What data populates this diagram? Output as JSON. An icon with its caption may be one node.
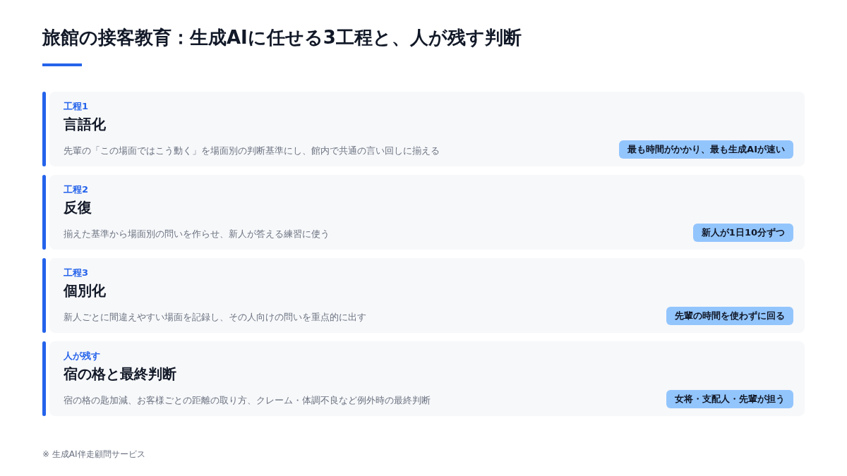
{
  "diagram": {
    "title": "旅館の接客教育：生成AIに任せる3工程と、人が残す判断",
    "nodes": [
      {
        "text": [
          "工程1",
          "言語化",
          "先輩の「この場面ではこう動く」を場面別の判断基準にし、館内で共通の言い回しに揃える"
        ]
      },
      {
        "text": [
          "最も時間がかかり、最も生成AIが速い"
        ],
        "in": 0
      },
      {
        "text": [
          "工程2",
          "反復",
          "揃えた基準から場面別の問いを作らせ、新人が答える練習に使う"
        ]
      },
      {
        "text": [
          "新人が1日10分ずつ"
        ],
        "in": 2
      },
      {
        "text": [
          "工程3",
          "個別化",
          "新人ごとに間違えやすい場面を記録し、その人向けの問いを重点的に出す"
        ]
      },
      {
        "text": [
          "先輩の時間を使わずに回る"
        ],
        "in": 4
      },
      {
        "text": [
          "人が残す",
          "宿の格と最終判断",
          "宿の格の匙加減、お客様ごとの距離の取り方、クレーム・体調不良など例外時の最終判断"
        ]
      },
      {
        "text": [
          "女将・支配人・先輩が担う"
        ],
        "in": 6
      }
    ],
    "labels": [
      "※ 生成AI伴走顧問サービス"
    ]
  }
}
